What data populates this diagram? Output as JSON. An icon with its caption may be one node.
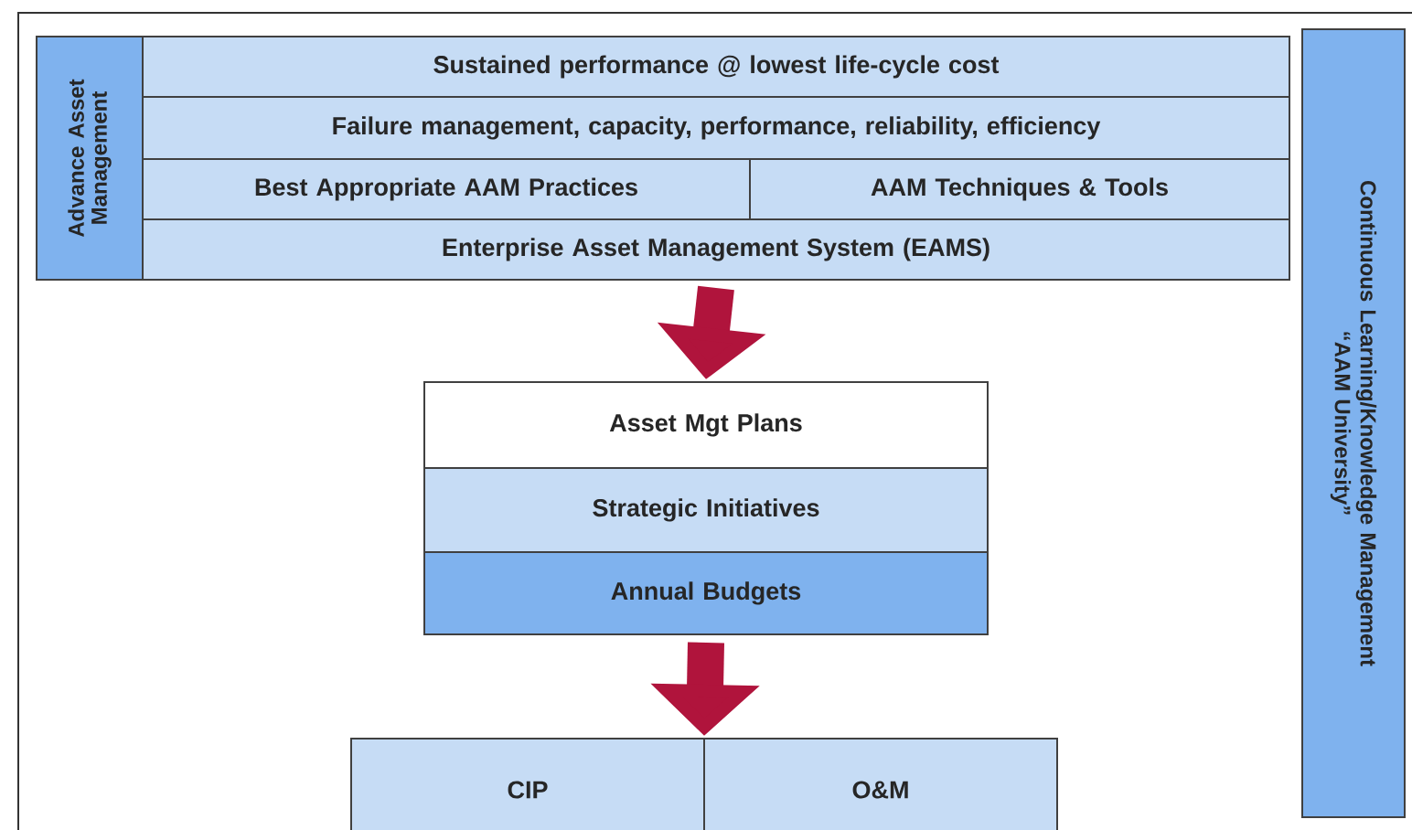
{
  "diagram": {
    "nodes": [
      {
        "text": [
          "Advance Asset Management"
        ]
      },
      {
        "text": [
          "Sustained performance @ lowest life-cycle cost"
        ]
      },
      {
        "text": [
          "Failure management, capacity, performance, reliability, efficiency"
        ]
      },
      {
        "text": [
          "Best Appropriate AAM Practices"
        ]
      },
      {
        "text": [
          "AAM Techniques & Tools"
        ]
      },
      {
        "text": [
          "Enterprise Asset Management System (EAMS)"
        ]
      },
      {
        "text": [
          "Asset Mgt Plans"
        ]
      },
      {
        "text": [
          "Strategic Initiatives"
        ]
      },
      {
        "text": [
          "Annual Budgets"
        ]
      },
      {
        "text": [
          "CIP"
        ]
      },
      {
        "text": [
          "O&M"
        ]
      },
      {
        "text": [
          "Continuous Learning/Knowledge Management",
          "“AAM University”"
        ]
      }
    ],
    "edges": [
      {
        "from": 5,
        "to": 6,
        "arrow": "to"
      },
      {
        "from": 8,
        "to": 9,
        "arrow": "to"
      },
      {
        "from": 8,
        "to": 10,
        "arrow": "to"
      }
    ]
  }
}
